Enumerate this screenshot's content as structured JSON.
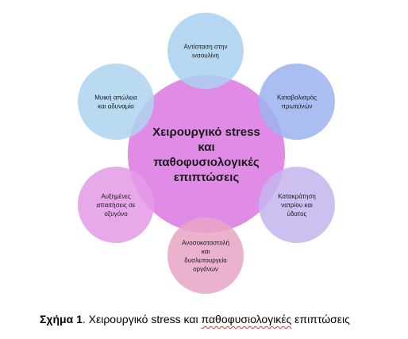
{
  "center": {
    "lines": [
      "Χειρουργικό stress",
      "και",
      "παθοφυσιολογικές",
      "επιπτώσεις"
    ],
    "color": "#e08ce6"
  },
  "satellites": [
    {
      "name": "insulin-resistance",
      "lines": [
        "Αντίσταση στην",
        "ινσουλίνη"
      ],
      "color": "#a9d0ef"
    },
    {
      "name": "protein-catabolism",
      "lines": [
        "Καταβολισμός",
        "πρωτεϊνών"
      ],
      "color": "#9cb3ef"
    },
    {
      "name": "sodium-water-retention",
      "lines": [
        "Κατακράτηση",
        "νατρίου και",
        "ύδατος"
      ],
      "color": "#c5b4ef"
    },
    {
      "name": "immunosuppression",
      "lines": [
        "Ανοσοκαταστολή",
        "και",
        "δυσλειτουργεία",
        "οργάνων"
      ],
      "color": "#e7a4c6"
    },
    {
      "name": "oxygen-demand",
      "lines": [
        "Αυξημένες",
        "απαιτήσεις σε",
        "οξυγόνο"
      ],
      "color": "#e49ae6"
    },
    {
      "name": "muscle-loss",
      "lines": [
        "Μυική απώλεια",
        "και αδυναμία"
      ],
      "color": "#aed3ee"
    }
  ],
  "caption": {
    "label": "Σχήμα 1",
    "text_plain": ". Χειρουργικό stress και ",
    "text_marked": "παθοφυσιολογικές",
    "text_end": " επιπτώσεις"
  }
}
